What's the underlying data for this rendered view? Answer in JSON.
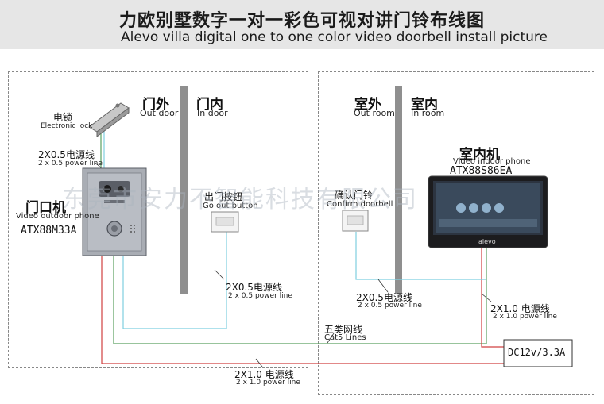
{
  "title": {
    "cn": "力欧别墅数字一对一彩色可视对讲门铃布线图",
    "en": "Alevo villa digital one to one color video doorbell install picture"
  },
  "left_zone": {
    "outdoor_cn": "门外",
    "outdoor_en": "Out door",
    "indoor_cn": "门内",
    "indoor_en": "In door"
  },
  "right_zone": {
    "outdoor_cn": "室外",
    "outdoor_en": "Out room",
    "indoor_cn": "室内",
    "indoor_en": "In room"
  },
  "lock": {
    "cn": "电锁",
    "en": "Electronic lock"
  },
  "lock_wire": {
    "cn": "2X0.5电源线",
    "en": "2 x 0.5 power line"
  },
  "outdoor_unit": {
    "cn": "门口机",
    "en": "Video outdoor phone",
    "model": "ATX88M33A"
  },
  "exit_button": {
    "cn": "出门按钮",
    "en": "Go out button"
  },
  "exit_wire": {
    "cn": "2X0.5电源线",
    "en": "2 x 0.5 power line"
  },
  "confirm_bell": {
    "cn": "确认门铃",
    "en": "Confirm doorbell"
  },
  "bell_wire": {
    "cn": "2X0.5电源线",
    "en": "2 x 0.5 power line"
  },
  "indoor_unit": {
    "cn": "室内机",
    "en": "Video indoor phone",
    "model": "ATX88S86EA",
    "brand": "alevo"
  },
  "indoor_power_wire": {
    "cn": "2X1.0 电源线",
    "en": "2 x 1.0 power line"
  },
  "cat5": {
    "cn": "五类网线",
    "en": "Cat5 Lines"
  },
  "bottom_wire": {
    "cn": "2X1.0 电源线",
    "en": "2 x 1.0 power line"
  },
  "power_supply": {
    "label": "DC12v/3.3A"
  },
  "watermark": "东莞市安力不智能科技有限公司",
  "colors": {
    "wire_red": "#d04040",
    "wire_green": "#5aa060",
    "wire_cyan": "#7ecfe0",
    "wall": "#8f8f8f"
  }
}
